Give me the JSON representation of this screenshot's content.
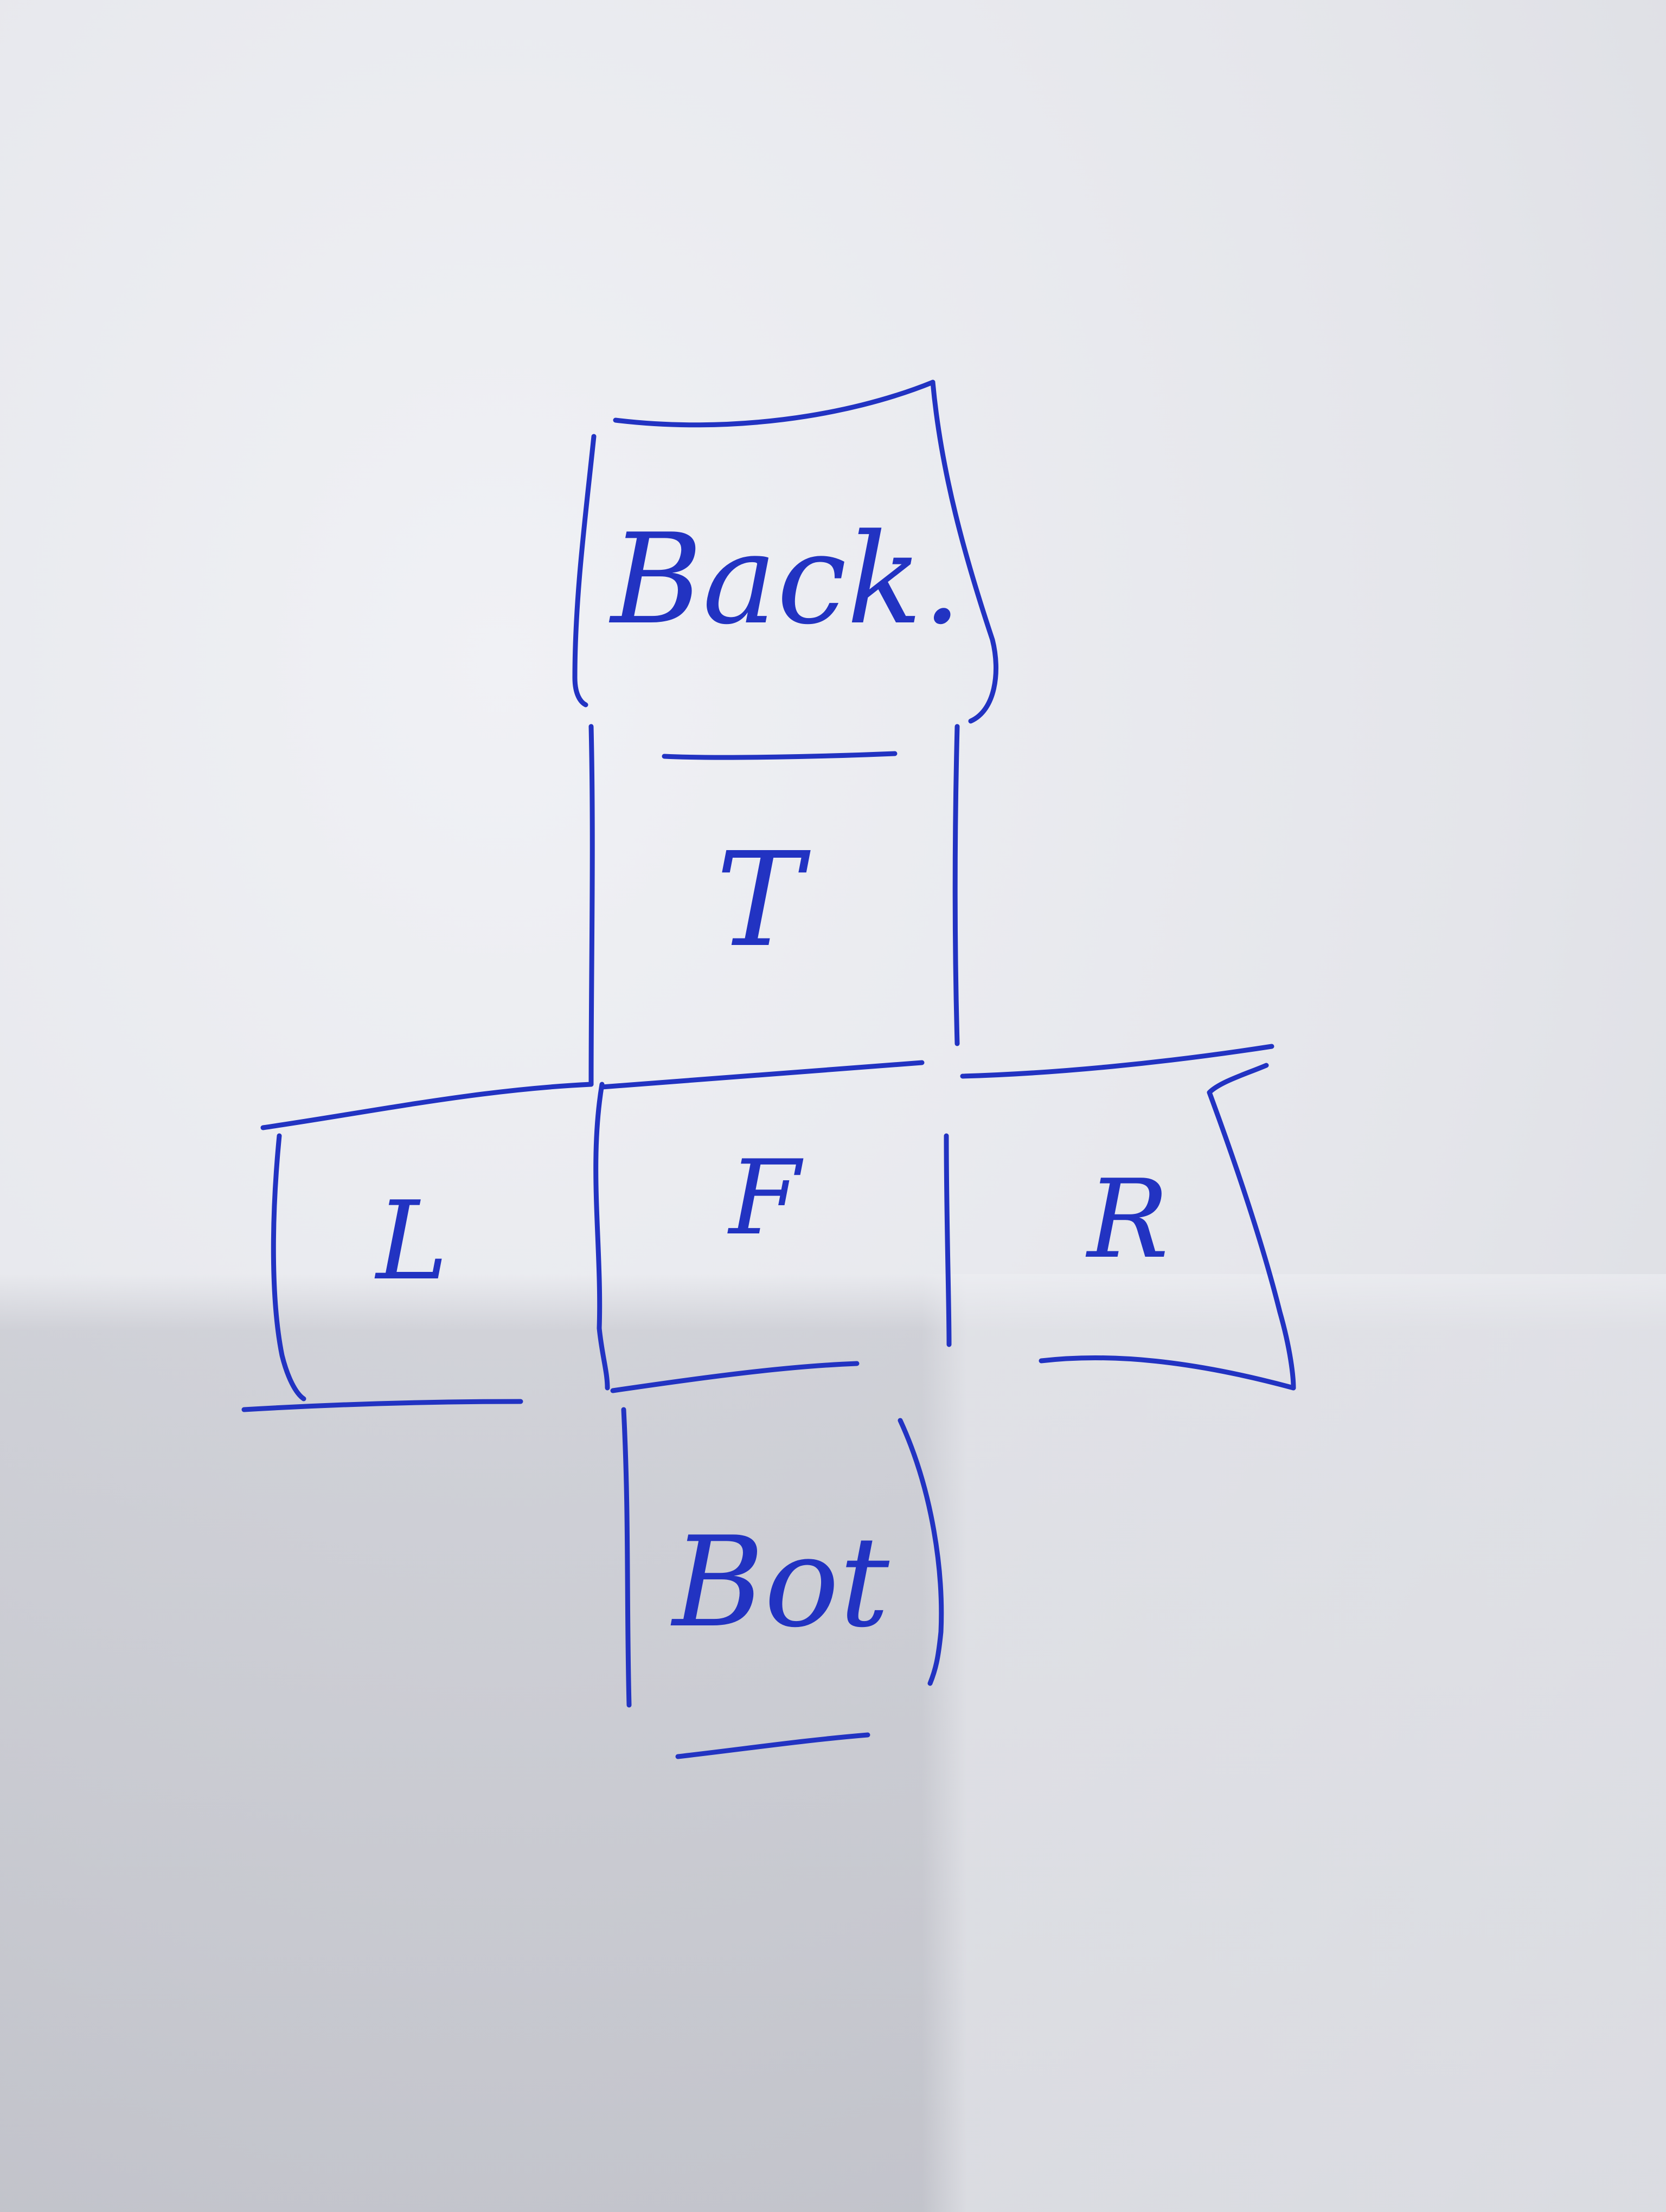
{
  "net": {
    "faces": [
      {
        "id": "back",
        "label": "Back."
      },
      {
        "id": "top",
        "label": "T"
      },
      {
        "id": "left",
        "label": "L"
      },
      {
        "id": "front",
        "label": "F"
      },
      {
        "id": "right",
        "label": "R"
      },
      {
        "id": "bottom",
        "label": "Bot"
      }
    ]
  },
  "colors": {
    "ink": "#2233c2",
    "paper": "#e6e7ec"
  }
}
